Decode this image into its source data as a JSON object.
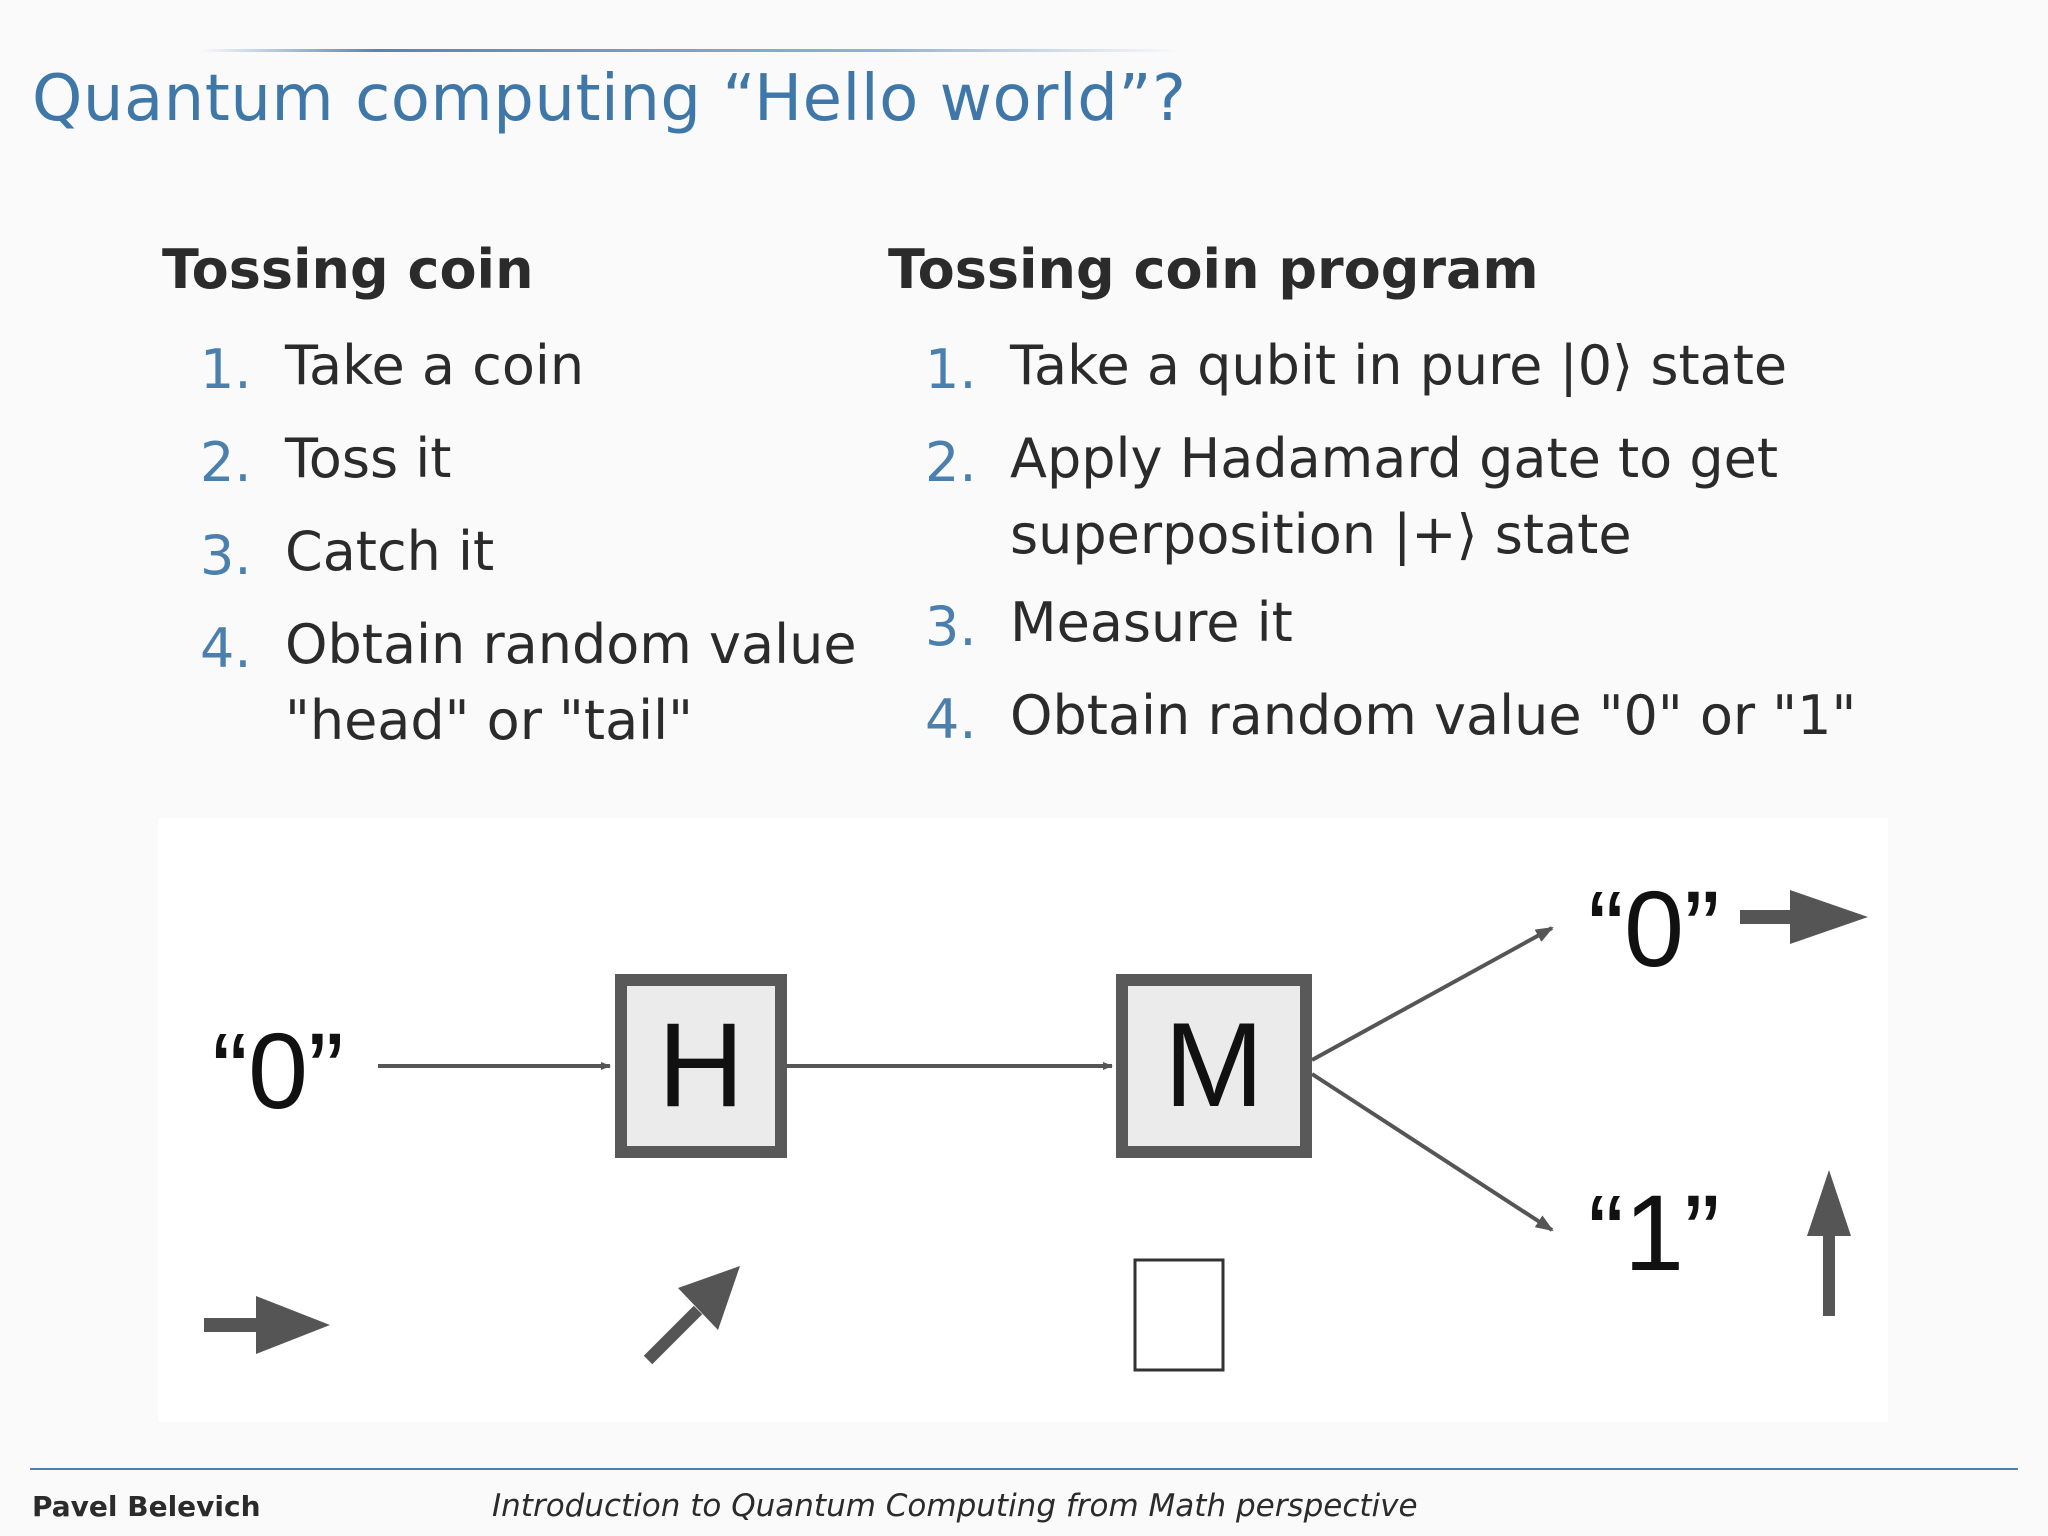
{
  "slide": {
    "title": "Quantum computing “Hello world”?"
  },
  "left_column": {
    "heading": "Tossing coin",
    "items": [
      {
        "num": "1.",
        "lines": [
          "Take a coin"
        ]
      },
      {
        "num": "2.",
        "lines": [
          "Toss it"
        ]
      },
      {
        "num": "3.",
        "lines": [
          "Catch it"
        ]
      },
      {
        "num": "4.",
        "lines": [
          "Obtain random value",
          "\"head\" or \"tail\""
        ]
      }
    ]
  },
  "right_column": {
    "heading": "Tossing coin program",
    "items": [
      {
        "num": "1.",
        "lines": [
          "Take a qubit in pure |0⟩ state"
        ]
      },
      {
        "num": "2.",
        "lines": [
          "Apply Hadamard gate to get",
          "superposition |+⟩ state"
        ]
      },
      {
        "num": "3.",
        "lines": [
          "Measure it"
        ]
      },
      {
        "num": "4.",
        "lines": [
          "Obtain random value \"0\" or \"1\""
        ]
      }
    ]
  },
  "diagram": {
    "input_label": "“0”",
    "gate_h_label": "H",
    "gate_m_label": "M",
    "output_0_label": "“0”",
    "output_1_label": "“1”",
    "icons": [
      "arrow-right-icon",
      "arrow-up-right-icon",
      "empty-box-icon",
      "arrow-right-icon",
      "arrow-up-icon"
    ]
  },
  "footer": {
    "author": "Pavel Belevich",
    "course": "Introduction to Quantum Computing from Math perspective"
  }
}
